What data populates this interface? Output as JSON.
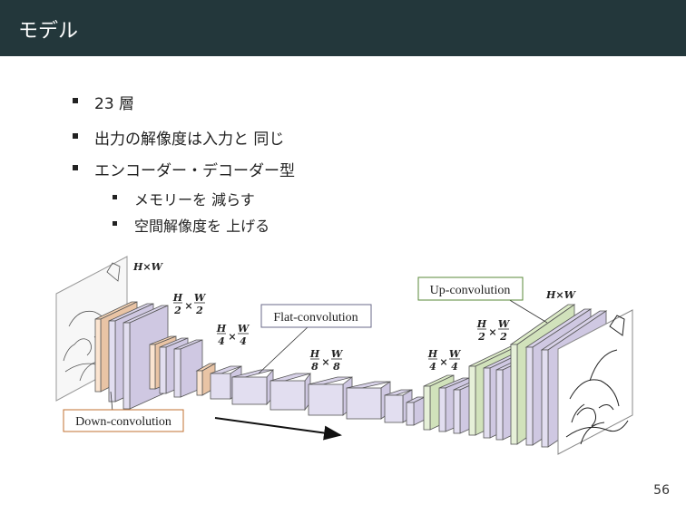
{
  "header": {
    "title": "モデル"
  },
  "bullets": [
    {
      "level": 1,
      "text": "23 層"
    },
    {
      "level": 1,
      "text": "出力の解像度は入力と 同じ"
    },
    {
      "level": 1,
      "text": "エンコーダー・デコーダー型"
    },
    {
      "level": 2,
      "text": "メモリーを 減らす"
    },
    {
      "level": 2,
      "text": "空間解像度を 上げる"
    }
  ],
  "diagram": {
    "labels": {
      "down": "Down-convolution",
      "flat": "Flat-convolution",
      "up": "Up-convolution"
    },
    "dims": {
      "input": "H×W",
      "d2_num": "H",
      "d2_den": "2",
      "w2_num": "W",
      "w2_den": "2",
      "d4_num": "H",
      "d4_den": "4",
      "w4_num": "W",
      "w4_den": "4",
      "d8_num": "H",
      "d8_den": "8",
      "w8_num": "W",
      "w8_den": "8",
      "u4_num": "H",
      "u4_den": "4",
      "uw4_num": "W",
      "uw4_den": "4",
      "u2_num": "H",
      "u2_den": "2",
      "uw2_num": "W",
      "uw2_den": "2",
      "output": "H×W",
      "times": "×"
    },
    "colors": {
      "down": "#fbe4d0",
      "flat": "#e4e0ee",
      "up": "#e6f0d8",
      "layer": "#e2def0"
    }
  },
  "page_number": "56"
}
